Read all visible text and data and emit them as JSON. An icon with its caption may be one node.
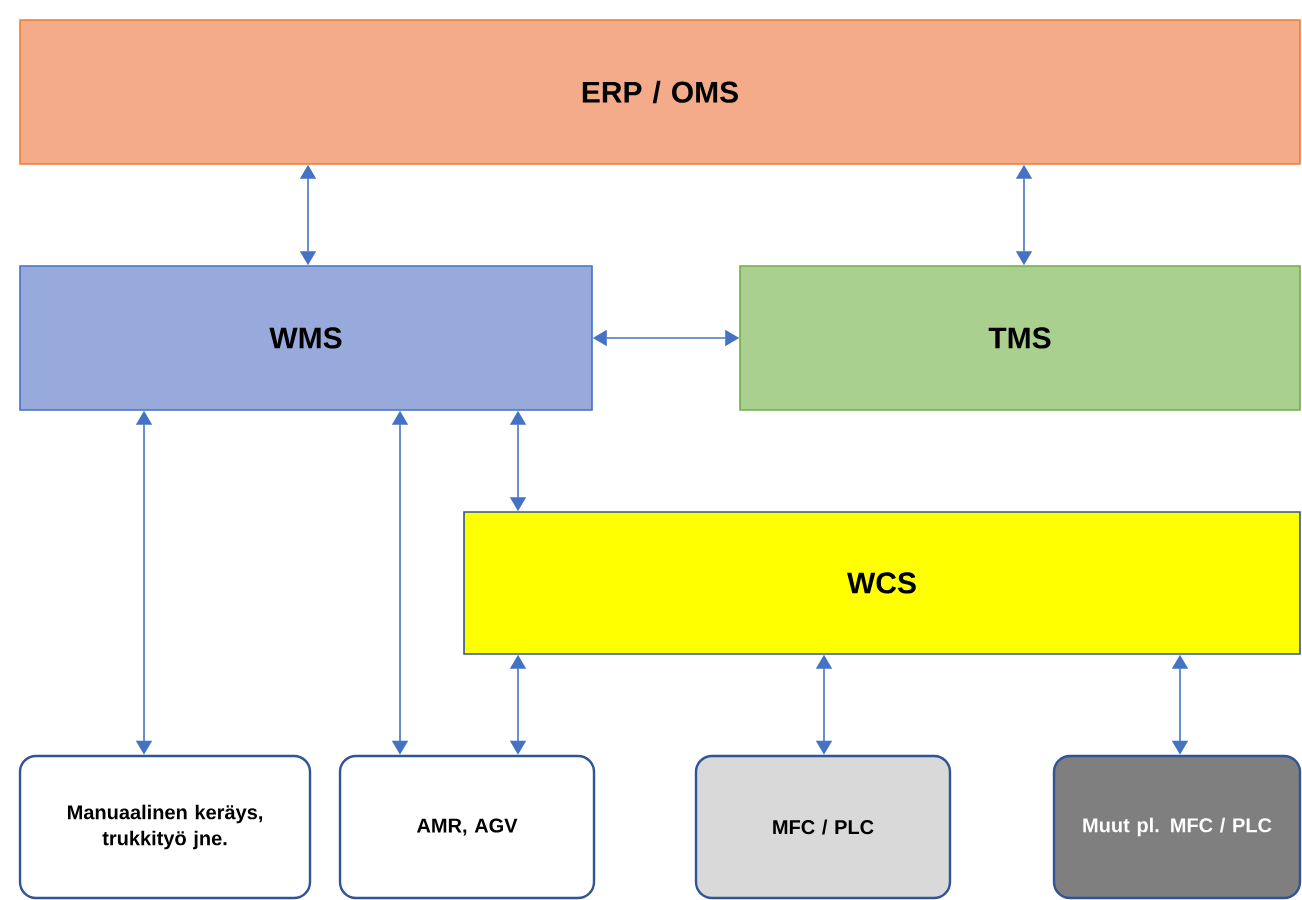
{
  "diagram": {
    "nodes": [
      {
        "text": [
          "ERP / OMS"
        ]
      },
      {
        "text": [
          "WMS"
        ]
      },
      {
        "text": [
          "TMS"
        ]
      },
      {
        "text": [
          "WCS"
        ]
      },
      {
        "text": [
          "Manuaalinen keräys, trukkityö jne."
        ]
      },
      {
        "text": [
          "AMR, AGV"
        ]
      },
      {
        "text": [
          "MFC / PLC"
        ]
      },
      {
        "text": [
          "Muut pl. MFC / PLC"
        ]
      }
    ],
    "edges": [
      {
        "from": 0,
        "to": 1,
        "arrow": "both"
      },
      {
        "from": 0,
        "to": 2,
        "arrow": "both"
      },
      {
        "from": 1,
        "to": 2,
        "arrow": "both"
      },
      {
        "from": 1,
        "to": 4,
        "arrow": "both"
      },
      {
        "from": 1,
        "to": 5,
        "arrow": "both"
      },
      {
        "from": 1,
        "to": 3,
        "arrow": "both"
      },
      {
        "from": 3,
        "to": 5,
        "arrow": "both"
      },
      {
        "from": 3,
        "to": 6,
        "arrow": "both"
      },
      {
        "from": 3,
        "to": 7,
        "arrow": "both"
      }
    ]
  }
}
